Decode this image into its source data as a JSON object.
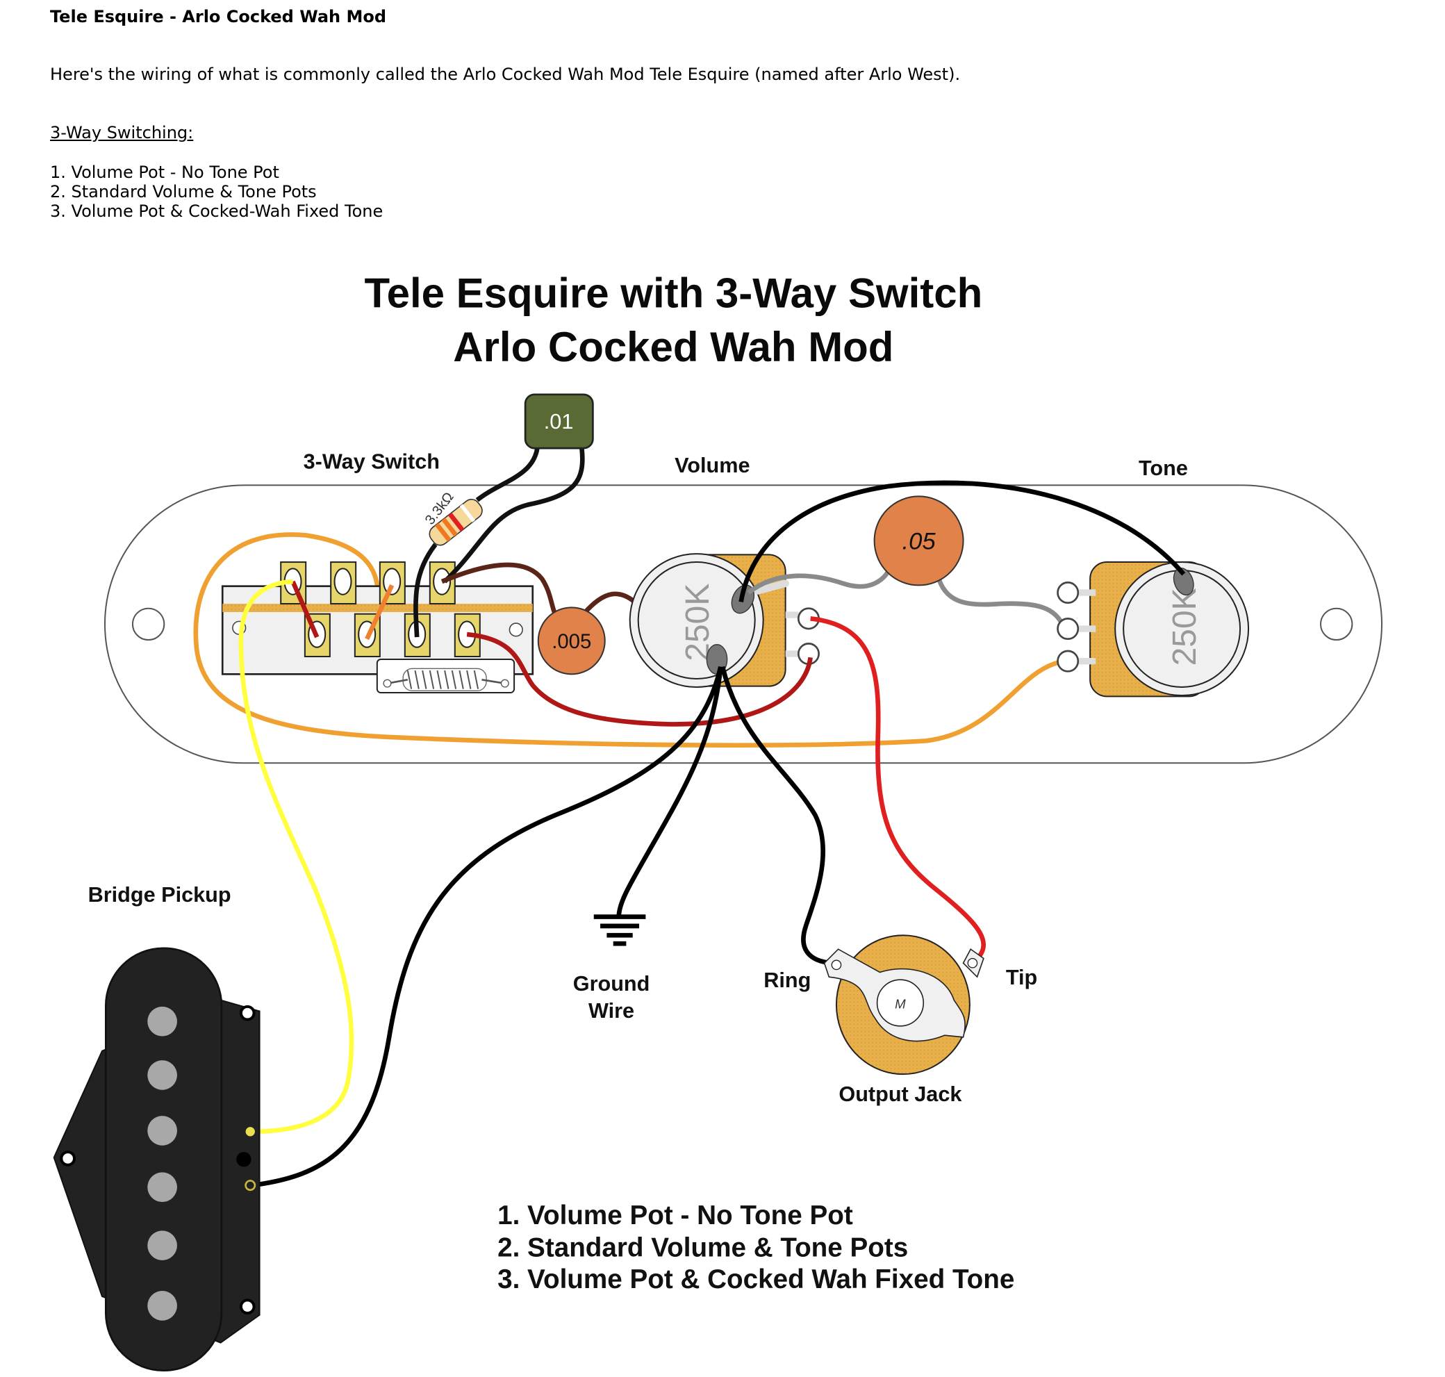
{
  "page": {
    "title": "Tele Esquire - Arlo Cocked Wah Mod",
    "intro": "Here's the wiring of what is commonly called the Arlo Cocked Wah Mod Tele Esquire (named after Arlo West).",
    "switching_heading": "3-Way Switching:",
    "switching_items": [
      "1. Volume Pot - No Tone Pot",
      "2. Standard Volume & Tone Pots",
      "3. Volume Pot & Cocked-Wah Fixed Tone"
    ]
  },
  "diagram": {
    "title_line1": "Tele Esquire with 3-Way Switch",
    "title_line2": "Arlo Cocked Wah Mod",
    "labels": {
      "switch": "3-Way Switch",
      "volume": "Volume",
      "tone": "Tone",
      "bridge_pickup": "Bridge Pickup",
      "ground_line1": "Ground",
      "ground_line2": "Wire",
      "ring": "Ring",
      "tip": "Tip",
      "output_jack": "Output Jack",
      "jack_mark": "M"
    },
    "components": {
      "cap_small": ".01",
      "cap_switch": ".005",
      "cap_tone": ".05",
      "resistor": "3.3kΩ",
      "volume_pot": "250K",
      "tone_pot": "250K"
    },
    "positions": [
      "1. Volume Pot - No Tone Pot",
      "2. Standard Volume & Tone Pots",
      "3. Volume Pot & Cocked Wah Fixed Tone"
    ],
    "colors": {
      "plate_stroke": "#555555",
      "pot_body": "#e8b04a",
      "pot_face": "#f0f0f0",
      "lug": "#e5d56a",
      "wire_yellow": "#ffff40",
      "wire_orange": "#f0a030",
      "wire_red": "#e02020",
      "wire_darkred": "#b01818",
      "wire_brown": "#5a2418",
      "wire_black": "#000000",
      "wire_gray": "#8a8a8a",
      "cap_orange": "#e0824a",
      "cap_green": "#596a34",
      "pickup": "#222222",
      "pole": "#a8a8a8"
    }
  }
}
